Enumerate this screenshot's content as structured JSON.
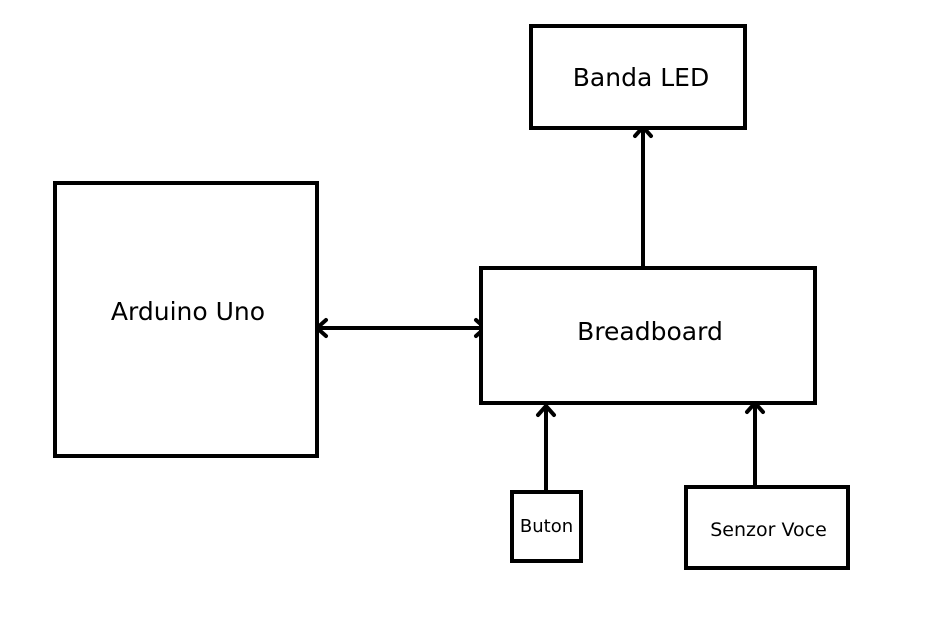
{
  "blocks": {
    "banda_led": "Banda LED",
    "arduino_uno": "Arduino Uno",
    "breadboard": "Breadboard",
    "buton": "Buton",
    "senzor_voce": "Senzor Voce"
  },
  "colors": {
    "stroke": "#000000",
    "background": "#ffffff"
  }
}
